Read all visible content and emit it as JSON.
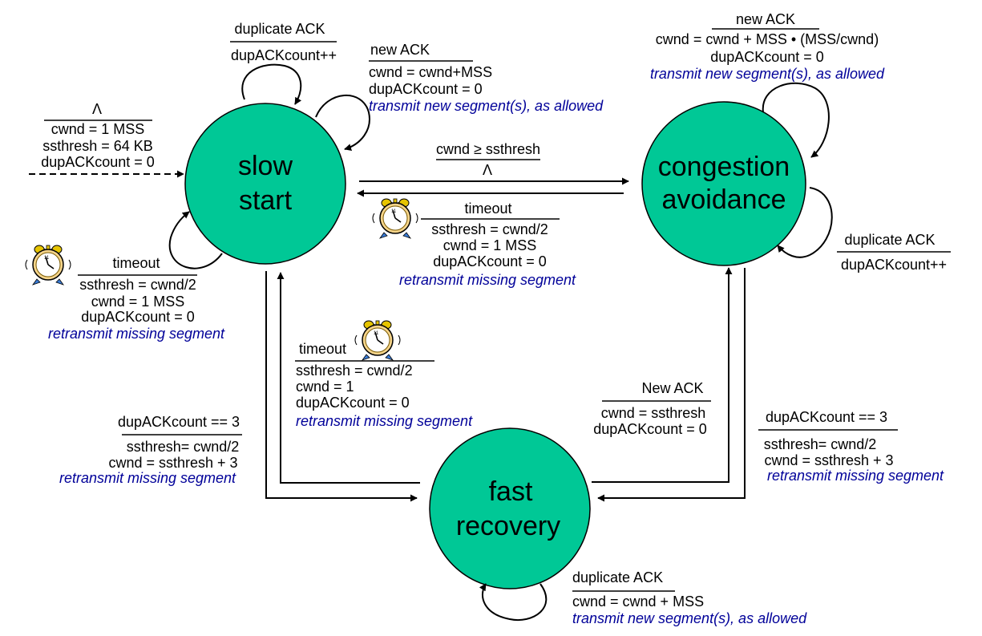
{
  "colors": {
    "state_fill": "#00c896",
    "action_text": "#000099"
  },
  "icons": [
    "alarm-clock-icon"
  ],
  "states": {
    "slow_start": {
      "line1": "slow",
      "line2": "start"
    },
    "congestion_avoidance": {
      "line1": "congestion",
      "line2": "avoidance"
    },
    "fast_recovery": {
      "line1": "fast",
      "line2": "recovery"
    }
  },
  "transitions": {
    "initial": {
      "event": "Λ",
      "actions": [
        "cwnd = 1 MSS",
        "ssthresh = 64 KB",
        "dupACKcount = 0"
      ]
    },
    "ss_dup_ack": {
      "event": "duplicate ACK",
      "actions": [
        "dupACKcount++"
      ]
    },
    "ss_new_ack": {
      "event": "new ACK",
      "actions": [
        "cwnd = cwnd+MSS",
        "dupACKcount = 0"
      ],
      "italic": "transmit new segment(s), as allowed"
    },
    "ss_timeout": {
      "event": "timeout",
      "actions": [
        "ssthresh = cwnd/2",
        "cwnd = 1 MSS",
        "dupACKcount = 0"
      ],
      "italic": "retransmit missing segment"
    },
    "ss_to_ca": {
      "event": "cwnd ≥ ssthresh",
      "action": "Λ"
    },
    "ca_to_ss_timeout": {
      "event": "timeout",
      "actions": [
        "ssthresh = cwnd/2",
        "cwnd = 1 MSS",
        "dupACKcount = 0"
      ],
      "italic": "retransmit missing segment"
    },
    "ca_new_ack": {
      "event": "new ACK",
      "actions": [
        "cwnd = cwnd + MSS • (MSS/cwnd)",
        "dupACKcount = 0"
      ],
      "italic": "transmit new segment(s), as allowed"
    },
    "ca_dup_ack": {
      "event": "duplicate ACK",
      "actions": [
        "dupACKcount++"
      ]
    },
    "fr_to_ss_timeout": {
      "event": "timeout",
      "actions": [
        "ssthresh = cwnd/2",
        "cwnd = 1",
        "dupACKcount = 0"
      ],
      "italic": "retransmit missing segment"
    },
    "ss_to_fr": {
      "event": "dupACKcount == 3",
      "actions": [
        "ssthresh= cwnd/2",
        "cwnd = ssthresh + 3"
      ],
      "italic": "retransmit missing segment"
    },
    "fr_to_ca_new_ack": {
      "event": "New ACK",
      "actions": [
        "cwnd = ssthresh",
        "dupACKcount = 0"
      ]
    },
    "ca_to_fr": {
      "event": "dupACKcount == 3",
      "actions": [
        "ssthresh= cwnd/2",
        "cwnd = ssthresh + 3"
      ],
      "italic": "retransmit missing segment"
    },
    "fr_dup_ack": {
      "event": "duplicate ACK",
      "actions": [
        "cwnd = cwnd + MSS"
      ],
      "italic": "transmit new segment(s), as allowed"
    }
  }
}
